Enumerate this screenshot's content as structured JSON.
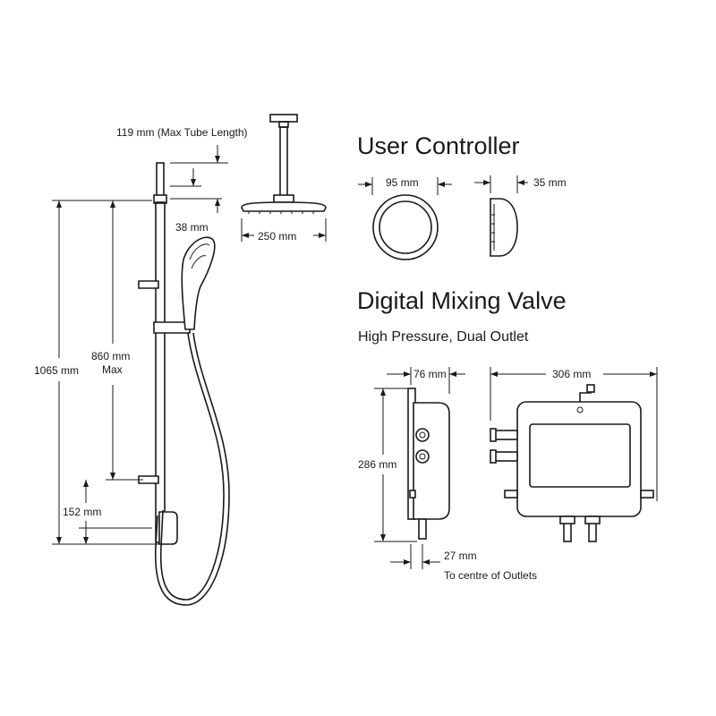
{
  "headings": {
    "user_controller": "User Controller",
    "digital_mixing_valve": "Digital Mixing Valve",
    "valve_subtitle": "High Pressure, Dual Outlet"
  },
  "dimensions": {
    "max_tube_length": "119 mm (Max Tube Length)",
    "arm_drop": "38 mm",
    "head_diameter": "250 mm",
    "total_height": "1065 mm",
    "rail_height": "860 mm",
    "rail_height_note": "Max",
    "bottom_offset": "152 mm",
    "controller_diameter": "95 mm",
    "controller_depth": "35 mm",
    "valve_depth": "76 mm",
    "valve_width": "306 mm",
    "valve_height": "286 mm",
    "outlet_offset": "27 mm",
    "outlet_offset_note": "To centre of Outlets"
  }
}
